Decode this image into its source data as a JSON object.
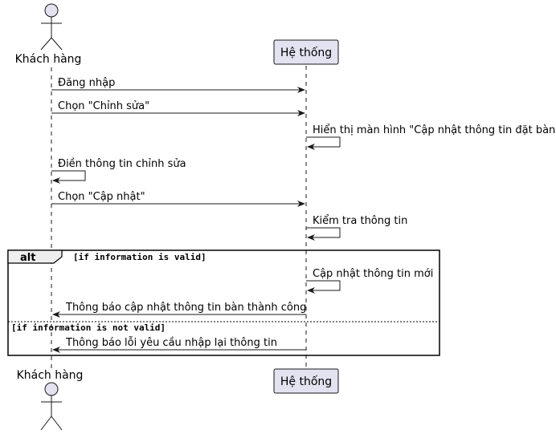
{
  "participants": {
    "customer": "Khách hàng",
    "system": "Hệ thống"
  },
  "messages": [
    "Đăng nhập",
    "Chọn \"Chỉnh sửa\"",
    "Hiển thị màn hình \"Cập nhật thông tin đặt bàn\"",
    "Điền thông tin chỉnh sửa",
    "Chọn \"Cập nhật\"",
    "Kiểm tra thông tin",
    "Cập nhật thông tin mới",
    "Thông báo cập nhật thông tin bàn thành công",
    "Thông báo lỗi yêu cầu nhập lại thông tin"
  ],
  "alt_frame": {
    "keyword": "alt",
    "guard_valid": "[if information is valid]",
    "guard_invalid": "[if information is not valid]"
  },
  "colors": {
    "participant_fill": "#e2e2f0",
    "participant_stroke": "#181818",
    "lifeline": "#181818",
    "arrow": "#181818"
  }
}
